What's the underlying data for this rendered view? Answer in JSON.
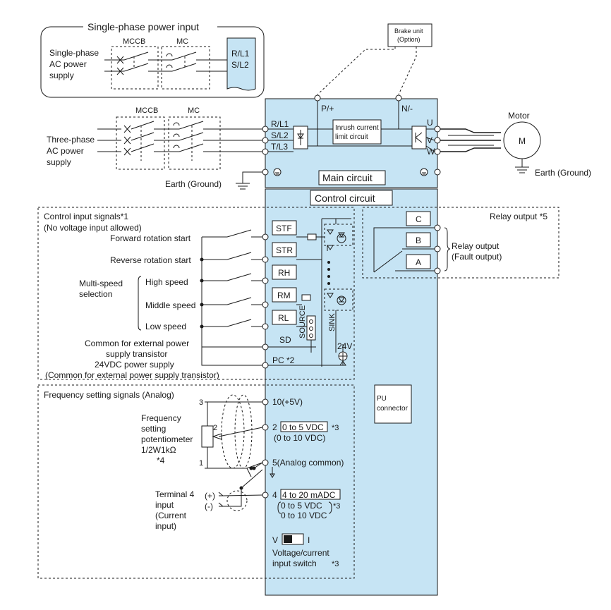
{
  "single_phase": {
    "title": "Single-phase power input",
    "mccb": "MCCB",
    "mc": "MC",
    "source_label": [
      "Single-phase",
      "AC power",
      "supply"
    ],
    "terminals": [
      "R/L1",
      "S/L2"
    ]
  },
  "brake_unit": [
    "Brake unit",
    "(Option)"
  ],
  "main_circuit": {
    "title": "Main circuit",
    "p_label": "P/+",
    "n_label": "N/-",
    "inputs": [
      "R/L1",
      "S/L2",
      "T/L3"
    ],
    "outputs": [
      "U",
      "V",
      "W"
    ],
    "inrush": [
      "Inrush current",
      "limit circuit"
    ],
    "three_phase": [
      "Three-phase",
      "AC power",
      "supply"
    ],
    "mccb": "MCCB",
    "mc": "MC",
    "earth_left": "Earth (Ground)",
    "motor_title": "Motor",
    "motor_symbol": "M",
    "earth_right": "Earth (Ground)"
  },
  "control_circuit": {
    "title": "Control circuit",
    "input_header": [
      "Control input signals*1",
      "(No voltage input allowed)"
    ],
    "forward": "Forward rotation start",
    "reverse": "Reverse rotation start",
    "multi_speed": [
      "Multi-speed",
      "selection"
    ],
    "high": "High speed",
    "middle": "Middle speed",
    "low": "Low speed",
    "terminals": [
      "STF",
      "STR",
      "RH",
      "RM",
      "RL"
    ],
    "sd": "SD",
    "pc": "PC *2",
    "common": [
      "Common for external power",
      "supply transistor",
      "24VDC power supply",
      "(Common for external power supply transistor)"
    ],
    "v24": "24V",
    "source": "SOURCE",
    "sink": "SINK"
  },
  "relay": {
    "header": "Relay output *5",
    "terminals": [
      "C",
      "B",
      "A"
    ],
    "label": [
      "Relay output",
      "(Fault output)"
    ]
  },
  "frequency": {
    "header": "Frequency setting signals (Analog)",
    "pot_label": [
      "Frequency",
      "setting",
      "potentiometer",
      "1/2W1kΩ",
      "*4"
    ],
    "pot_pins": [
      "3",
      "2",
      "1"
    ],
    "t10": "10(+5V)",
    "t2_num": "2",
    "t2_range": "0 to 5 VDC",
    "t2_note": "*3",
    "t2_alt": "(0 to 10 VDC)",
    "t5": "5(Analog common)",
    "t4_num": "4",
    "t4_range": "4 to 20 mADC",
    "t4_alt1": "0 to 5 VDC",
    "t4_alt2": "0 to 10 VDC",
    "t4_note": "*3",
    "terminal4_label": [
      "Terminal 4",
      "input",
      "(Current",
      "input)"
    ],
    "plus": "(+)",
    "minus": "(-)",
    "pu": [
      "PU",
      "connector"
    ],
    "switch_v": "V",
    "switch_i": "I",
    "switch_label": [
      "Voltage/current",
      "input switch",
      "*3"
    ]
  }
}
